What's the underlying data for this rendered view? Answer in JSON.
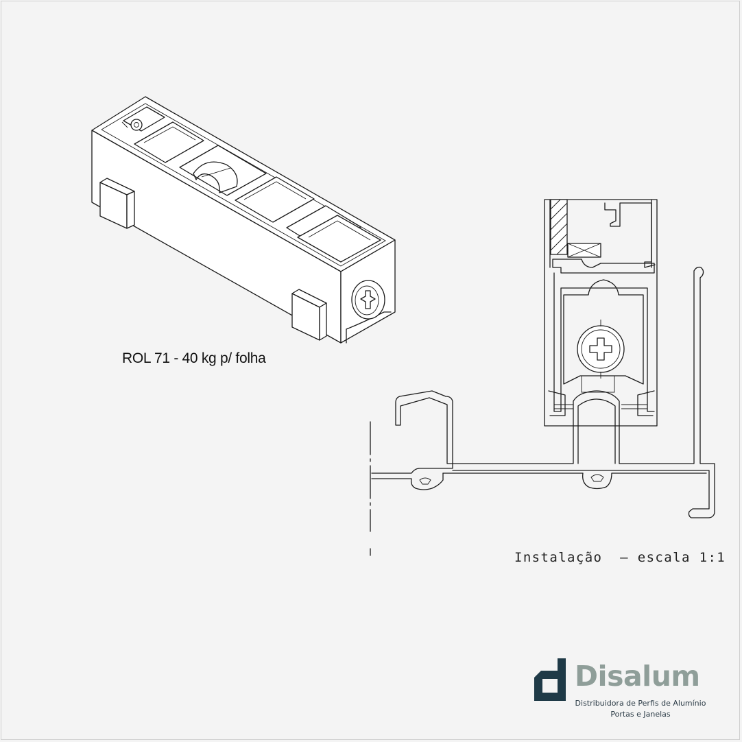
{
  "product": {
    "caption": "ROL 71 - 40 kg p/ folha"
  },
  "installation": {
    "caption": "Instalação  — escala 1:1"
  },
  "brand": {
    "name": "Disalum",
    "tagline_line1": "Distribuidora de Perfis de Alumínio",
    "tagline_line2": "Portas e  Janelas",
    "logo_icon": "disalum-d-icon",
    "colors": {
      "logo": "#1f3a47",
      "name": "#8f9e99",
      "tagline": "#2a3a45"
    }
  }
}
